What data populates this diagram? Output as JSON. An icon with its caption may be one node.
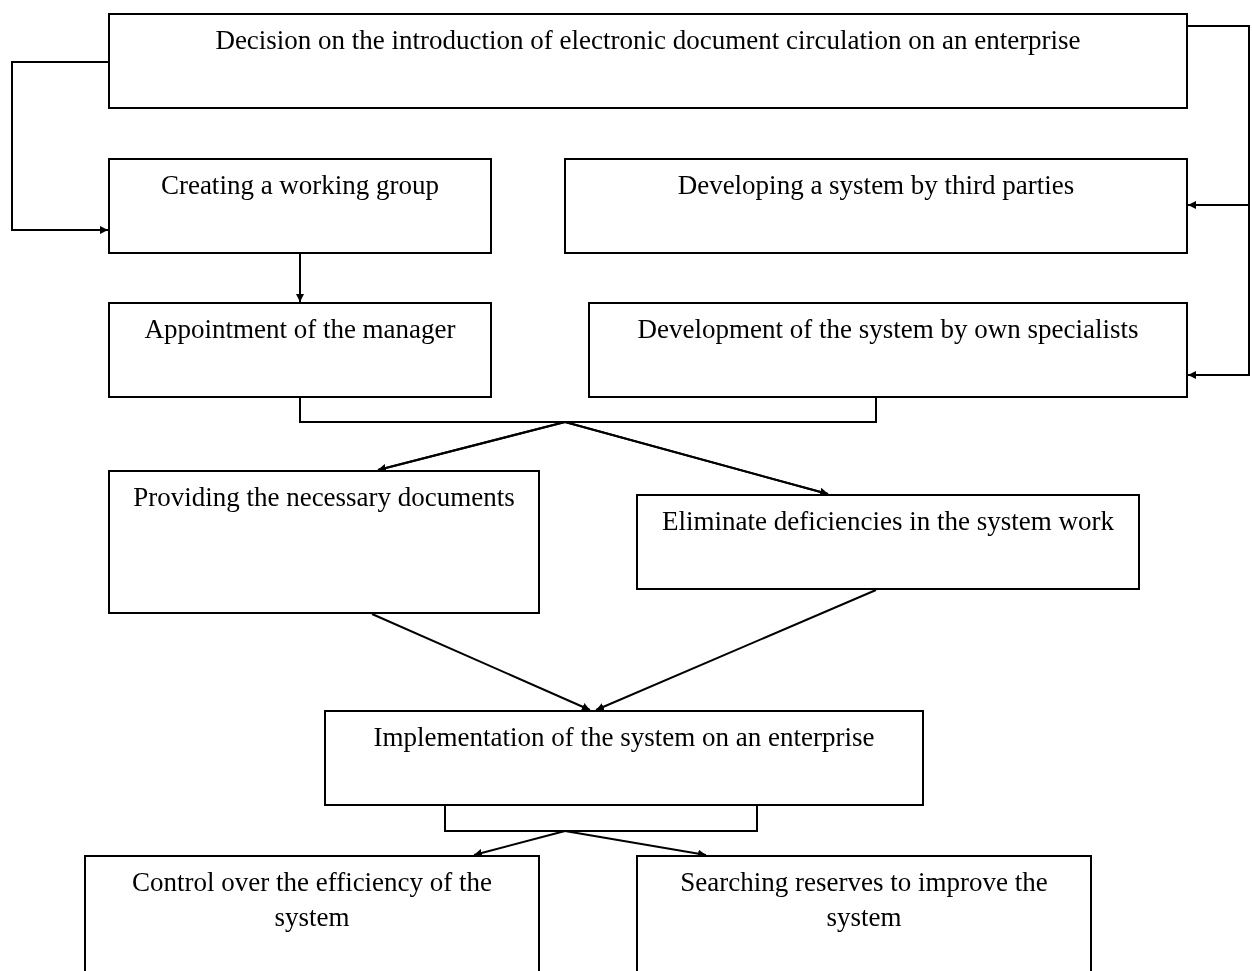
{
  "diagram": {
    "nodes": [
      {
        "text": [
          "Decision on the introduction of electronic document circulation on an enterprise"
        ]
      },
      {
        "text": [
          "Creating a working group"
        ]
      },
      {
        "text": [
          "Developing a system by third parties"
        ]
      },
      {
        "text": [
          "Appointment of the manager"
        ]
      },
      {
        "text": [
          "Development of the system by own specialists"
        ]
      },
      {
        "text": [
          "Providing the necessary documents"
        ]
      },
      {
        "text": [
          "Eliminate deficiencies in the system work"
        ]
      },
      {
        "text": [
          "Implementation of the system on an enterprise"
        ]
      },
      {
        "text": [
          "Control over the efficiency of the system"
        ]
      },
      {
        "text": [
          "Searching reserves to improve the system"
        ]
      }
    ],
    "edges": [
      {
        "from": 0,
        "to": 1,
        "arrow": "to"
      },
      {
        "from": 0,
        "to": 2,
        "arrow": "to"
      },
      {
        "from": 0,
        "to": 4,
        "arrow": "to"
      },
      {
        "from": 1,
        "to": 3,
        "arrow": "to"
      },
      {
        "from": 3,
        "to": 5,
        "arrow": "to"
      },
      {
        "from": 3,
        "to": 6,
        "arrow": "to"
      },
      {
        "from": 4,
        "to": 5,
        "arrow": "to"
      },
      {
        "from": 4,
        "to": 6,
        "arrow": "to"
      },
      {
        "from": 5,
        "to": 7,
        "arrow": "to"
      },
      {
        "from": 6,
        "to": 7,
        "arrow": "to"
      },
      {
        "from": 7,
        "to": 8,
        "arrow": "to"
      },
      {
        "from": 7,
        "to": 9,
        "arrow": "to"
      }
    ]
  }
}
